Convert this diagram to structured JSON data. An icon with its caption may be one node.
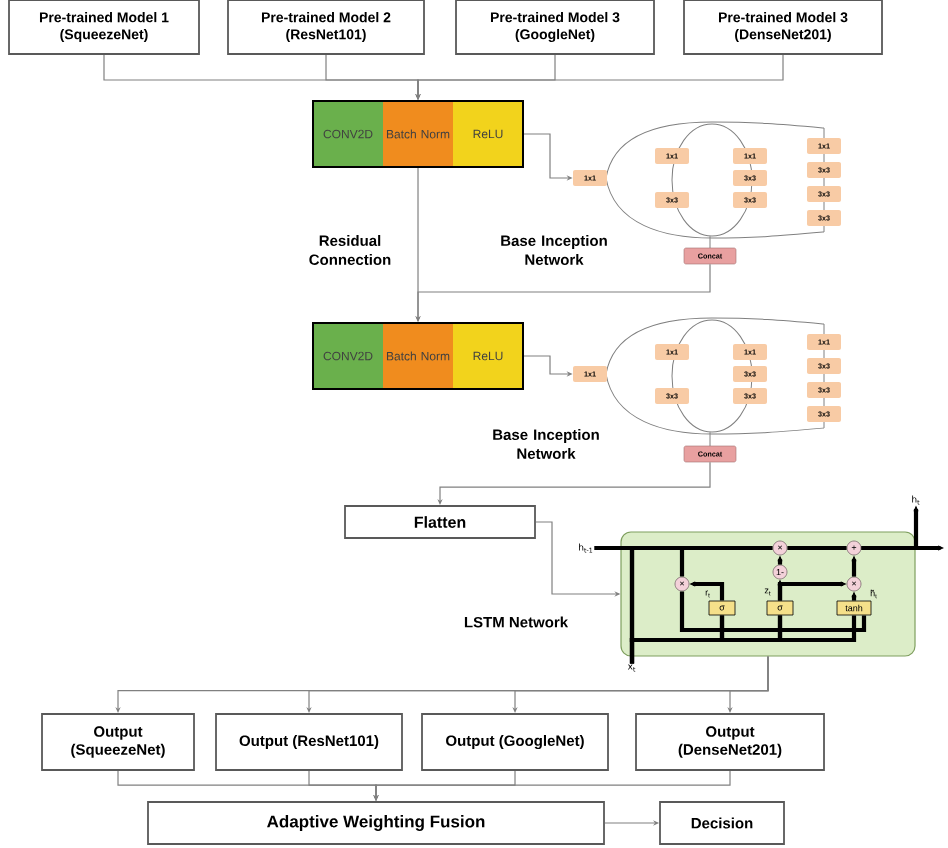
{
  "diagram": {
    "nodes": [
      {
        "text": [
          "Pre-trained Model 1 (SqueezeNet)"
        ]
      },
      {
        "text": [
          "Pre-trained Model 2 (ResNet101)"
        ]
      },
      {
        "text": [
          "Pre-trained Model 3 (GoogleNet)"
        ]
      },
      {
        "text": [
          "Pre-trained Model 3 (DenseNet201)"
        ]
      },
      {
        "text": [
          "CONV2D",
          "Batch Norm",
          "ReLU"
        ]
      },
      {
        "text": [
          "1x1"
        ]
      },
      {
        "text": [
          "1x1"
        ]
      },
      {
        "text": [
          "3x3"
        ]
      },
      {
        "text": [
          "1x1"
        ]
      },
      {
        "text": [
          "3x3"
        ]
      },
      {
        "text": [
          "3x3"
        ]
      },
      {
        "text": [
          "1x1"
        ]
      },
      {
        "text": [
          "3x3"
        ]
      },
      {
        "text": [
          "3x3"
        ]
      },
      {
        "text": [
          "3x3"
        ]
      },
      {
        "text": [
          "Concat"
        ]
      },
      {
        "text": [
          "CONV2D",
          "Batch Norm",
          "ReLU"
        ]
      },
      {
        "text": [
          "1x1"
        ]
      },
      {
        "text": [
          "1x1"
        ]
      },
      {
        "text": [
          "3x3"
        ]
      },
      {
        "text": [
          "1x1"
        ]
      },
      {
        "text": [
          "3x3"
        ]
      },
      {
        "text": [
          "3x3"
        ]
      },
      {
        "text": [
          "1x1"
        ]
      },
      {
        "text": [
          "3x3"
        ]
      },
      {
        "text": [
          "3x3"
        ]
      },
      {
        "text": [
          "3x3"
        ]
      },
      {
        "text": [
          "Concat"
        ]
      },
      {
        "text": [
          "Flatten"
        ]
      },
      {
        "text": [
          "LSTM Network"
        ]
      },
      {
        "text": [
          "h$_{t}$"
        ]
      },
      {
        "text": [
          "h$_{t-1}$"
        ]
      },
      {
        "text": [
          "×"
        ],
        "in": 29
      },
      {
        "text": [
          "+"
        ],
        "in": 29
      },
      {
        "text": [
          "1-"
        ],
        "in": 29
      },
      {
        "text": [
          "×"
        ],
        "in": 29
      },
      {
        "text": [
          "×"
        ],
        "in": 29
      },
      {
        "text": [
          "σ"
        ],
        "in": 29
      },
      {
        "text": [
          "σ"
        ],
        "in": 29
      },
      {
        "text": [
          "tanh"
        ],
        "in": 29
      },
      {
        "text": [
          "x$_{t}$"
        ]
      },
      {
        "text": [
          "Output (SqueezeNet)"
        ]
      },
      {
        "text": [
          "Output (ResNet101)"
        ]
      },
      {
        "text": [
          "Output (GoogleNet)"
        ]
      },
      {
        "text": [
          "Output (DenseNet201)"
        ]
      },
      {
        "text": [
          "Adaptive Weighting Fusion"
        ]
      },
      {
        "text": [
          "Decision"
        ]
      }
    ],
    "edges": [
      {
        "from": 0,
        "to": 4,
        "arrow": "to"
      },
      {
        "from": 1,
        "to": 4,
        "arrow": "to"
      },
      {
        "from": 2,
        "to": 4,
        "arrow": "to"
      },
      {
        "from": 3,
        "to": 4,
        "arrow": "to"
      },
      {
        "from": 4,
        "to": 5,
        "arrow": "to"
      },
      {
        "from": 4,
        "to": 16,
        "arrow": "to"
      },
      {
        "from": 15,
        "to": 16,
        "arrow": "to"
      },
      {
        "from": 16,
        "to": 17,
        "arrow": "to"
      },
      {
        "from": 27,
        "to": 28,
        "arrow": "to"
      },
      {
        "from": 28,
        "to": 29,
        "arrow": "to"
      },
      {
        "from": 31,
        "to": 32,
        "arrow": "none",
        "style": "thick",
        "color": "#000000"
      },
      {
        "from": 32,
        "to": 33,
        "arrow": "none",
        "style": "thick",
        "color": "#000000"
      },
      {
        "from": 33,
        "to": null,
        "arrow": "to",
        "style": "thick",
        "color": "#000000"
      },
      {
        "from": 33,
        "to": 30,
        "arrow": "to",
        "style": "thick",
        "color": "#000000"
      },
      {
        "from": 37,
        "to": 35,
        "arrow": "to",
        "style": "thick",
        "color": "#000000"
      },
      {
        "from": 38,
        "to": 34,
        "arrow": "to",
        "style": "thick",
        "color": "#000000"
      },
      {
        "from": 34,
        "to": 32,
        "arrow": "to",
        "style": "thick",
        "color": "#000000"
      },
      {
        "from": 38,
        "to": 36,
        "arrow": "to",
        "style": "thick",
        "color": "#000000"
      },
      {
        "from": 39,
        "to": 36,
        "arrow": "to",
        "style": "thick",
        "color": "#000000"
      },
      {
        "from": 36,
        "to": 33,
        "arrow": "to",
        "style": "thick",
        "color": "#000000"
      },
      {
        "from": 31,
        "to": 35,
        "arrow": "none",
        "style": "thick",
        "color": "#000000"
      },
      {
        "from": 31,
        "to": 37,
        "arrow": "none",
        "style": "thick",
        "color": "#000000"
      },
      {
        "from": 31,
        "to": 38,
        "arrow": "none",
        "style": "thick",
        "color": "#000000"
      },
      {
        "from": 40,
        "to": 37,
        "arrow": "none",
        "style": "thick",
        "color": "#000000"
      },
      {
        "from": 40,
        "to": 38,
        "arrow": "none",
        "style": "thick",
        "color": "#000000"
      },
      {
        "from": 40,
        "to": 39,
        "arrow": "none",
        "style": "thick",
        "color": "#000000"
      },
      {
        "from": 35,
        "to": 39,
        "arrow": "none",
        "style": "thick",
        "color": "#000000"
      },
      {
        "from": 29,
        "to": 41,
        "arrow": "to"
      },
      {
        "from": 29,
        "to": 42,
        "arrow": "to"
      },
      {
        "from": 29,
        "to": 43,
        "arrow": "to"
      },
      {
        "from": 29,
        "to": 44,
        "arrow": "to"
      },
      {
        "from": 41,
        "to": 45,
        "arrow": "to"
      },
      {
        "from": 42,
        "to": 45,
        "arrow": "to"
      },
      {
        "from": 43,
        "to": 45,
        "arrow": "to"
      },
      {
        "from": 44,
        "to": 45,
        "arrow": "to"
      },
      {
        "from": 45,
        "to": 46,
        "arrow": "to"
      }
    ],
    "labels": [
      "Residual Connection",
      "Base Inception Network",
      "Base Inception Network",
      "r$_{t}$",
      "z$_{t}$",
      "h̃$_{t}$"
    ]
  }
}
